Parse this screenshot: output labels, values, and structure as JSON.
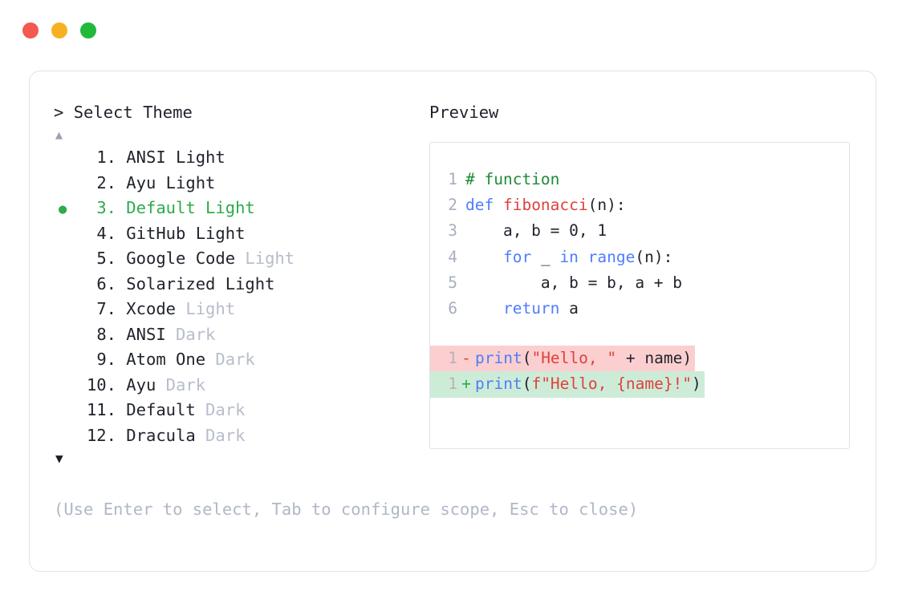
{
  "window": {
    "traffic_lights": [
      {
        "name": "close",
        "color": "#f4594f"
      },
      {
        "name": "minimize",
        "color": "#f5b122"
      },
      {
        "name": "maximize",
        "color": "#21b93a"
      }
    ]
  },
  "prompt": {
    "caret": ">",
    "title": "Select Theme"
  },
  "scroll": {
    "up": "▲",
    "down": "▼"
  },
  "selection": {
    "bullet": "●",
    "selected_index": 3,
    "accent": "#2eab4a"
  },
  "themes": [
    {
      "num": "1.",
      "name": "ANSI",
      "suffix": "Light",
      "suffix_muted": false,
      "selected": false
    },
    {
      "num": "2.",
      "name": "Ayu",
      "suffix": "Light",
      "suffix_muted": false,
      "selected": false
    },
    {
      "num": "3.",
      "name": "Default",
      "suffix": "Light",
      "suffix_muted": false,
      "selected": true
    },
    {
      "num": "4.",
      "name": "GitHub",
      "suffix": "Light",
      "suffix_muted": false,
      "selected": false
    },
    {
      "num": "5.",
      "name": "Google Code",
      "suffix": "Light",
      "suffix_muted": true,
      "selected": false
    },
    {
      "num": "6.",
      "name": "Solarized",
      "suffix": "Light",
      "suffix_muted": false,
      "selected": false
    },
    {
      "num": "7.",
      "name": "Xcode",
      "suffix": "Light",
      "suffix_muted": true,
      "selected": false
    },
    {
      "num": "8.",
      "name": "ANSI",
      "suffix": "Dark",
      "suffix_muted": true,
      "selected": false
    },
    {
      "num": "9.",
      "name": "Atom One",
      "suffix": "Dark",
      "suffix_muted": true,
      "selected": false
    },
    {
      "num": "10.",
      "name": "Ayu",
      "suffix": "Dark",
      "suffix_muted": true,
      "selected": false
    },
    {
      "num": "11.",
      "name": "Default",
      "suffix": "Dark",
      "suffix_muted": true,
      "selected": false
    },
    {
      "num": "12.",
      "name": "Dracula",
      "suffix": "Dark",
      "suffix_muted": true,
      "selected": false
    }
  ],
  "preview": {
    "label": "Preview",
    "code_lines": [
      {
        "ln": "1",
        "tokens": [
          {
            "t": "# function",
            "c": "comment"
          }
        ]
      },
      {
        "ln": "2",
        "tokens": [
          {
            "t": "def ",
            "c": "kw"
          },
          {
            "t": "fibonacci",
            "c": "fn"
          },
          {
            "t": "(n):",
            "c": "punct"
          }
        ]
      },
      {
        "ln": "3",
        "tokens": [
          {
            "t": "    a, b = 0, 1",
            "c": "plain"
          }
        ]
      },
      {
        "ln": "4",
        "tokens": [
          {
            "t": "    ",
            "c": "plain"
          },
          {
            "t": "for",
            "c": "kw"
          },
          {
            "t": " _ ",
            "c": "plain"
          },
          {
            "t": "in",
            "c": "kw"
          },
          {
            "t": " ",
            "c": "plain"
          },
          {
            "t": "range",
            "c": "kw"
          },
          {
            "t": "(n):",
            "c": "punct"
          }
        ]
      },
      {
        "ln": "5",
        "tokens": [
          {
            "t": "        a, b = b, a + b",
            "c": "plain"
          }
        ]
      },
      {
        "ln": "6",
        "tokens": [
          {
            "t": "    ",
            "c": "plain"
          },
          {
            "t": "return",
            "c": "kw"
          },
          {
            "t": " a",
            "c": "plain"
          }
        ]
      }
    ],
    "diff_lines": [
      {
        "ln": "1",
        "sign": "-",
        "kind": "del",
        "tokens": [
          {
            "t": "print",
            "c": "kw"
          },
          {
            "t": "(",
            "c": "punct"
          },
          {
            "t": "\"Hello, \"",
            "c": "str"
          },
          {
            "t": " + name",
            "c": "plain"
          },
          {
            "t": ")",
            "c": "punct"
          }
        ]
      },
      {
        "ln": "1",
        "sign": "+",
        "kind": "add",
        "tokens": [
          {
            "t": "print",
            "c": "kw"
          },
          {
            "t": "(",
            "c": "punct"
          },
          {
            "t": "f\"Hello, {name}!\"",
            "c": "str"
          },
          {
            "t": ")",
            "c": "punct"
          }
        ]
      }
    ]
  },
  "footer": {
    "hint": "(Use Enter to select, Tab to configure scope, Esc to close)"
  }
}
